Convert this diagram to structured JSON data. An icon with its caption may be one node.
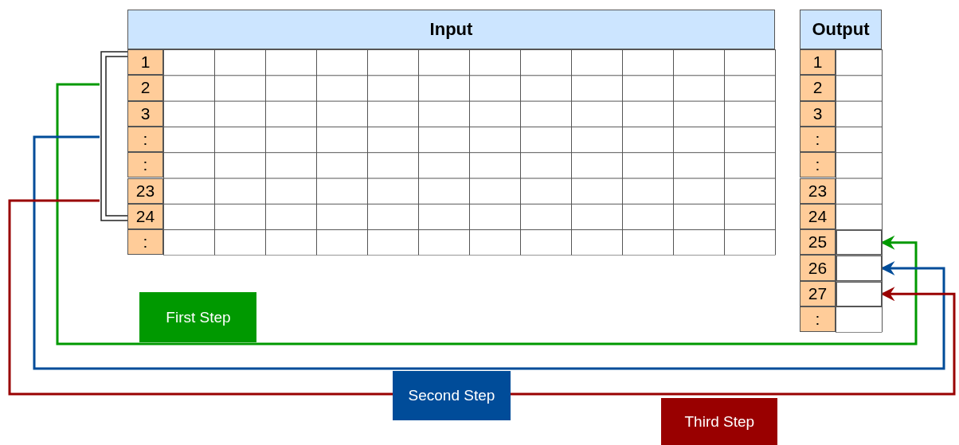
{
  "diagram": {
    "nodes": [
      {
        "text": [
          "Input"
        ]
      },
      {
        "text": [
          "Output"
        ]
      },
      {
        "text": [],
        "shape": "bracket"
      },
      {
        "text": [],
        "shape": "box",
        "in": 1
      },
      {
        "text": [],
        "shape": "box",
        "in": 1
      },
      {
        "text": [],
        "shape": "box",
        "in": 1
      }
    ],
    "edges": [
      {
        "from": 2,
        "to": 3,
        "arrow": "to",
        "label": "First Step",
        "color": "#009900"
      },
      {
        "from": 2,
        "to": 4,
        "arrow": "to",
        "label": "Second Step",
        "color": "#004c99"
      },
      {
        "from": 2,
        "to": 5,
        "arrow": "to",
        "label": "Third Step",
        "color": "#990000"
      }
    ],
    "labels": [
      "1",
      "2",
      "3",
      ":",
      ":",
      "23",
      "24",
      ":",
      "1",
      "2",
      "3",
      ":",
      ":",
      "23",
      "24",
      "25",
      "26",
      "27",
      ":"
    ]
  }
}
